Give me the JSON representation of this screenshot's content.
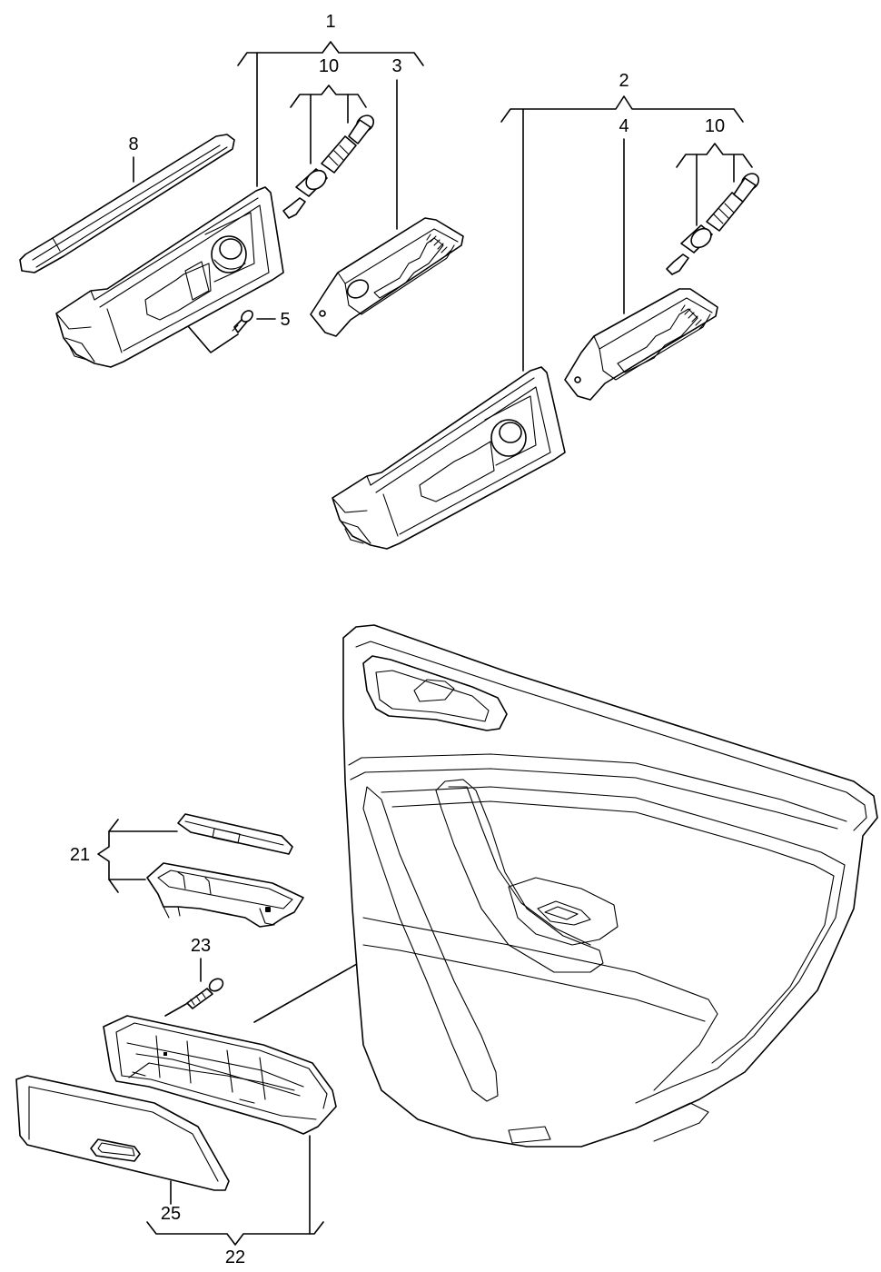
{
  "callouts": {
    "c1": "1",
    "c2": "2",
    "c3": "3",
    "c4": "4",
    "c5": "5",
    "c8": "8",
    "c10a": "10",
    "c10b": "10",
    "c21": "21",
    "c22": "22",
    "c23": "23",
    "c25": "25"
  }
}
